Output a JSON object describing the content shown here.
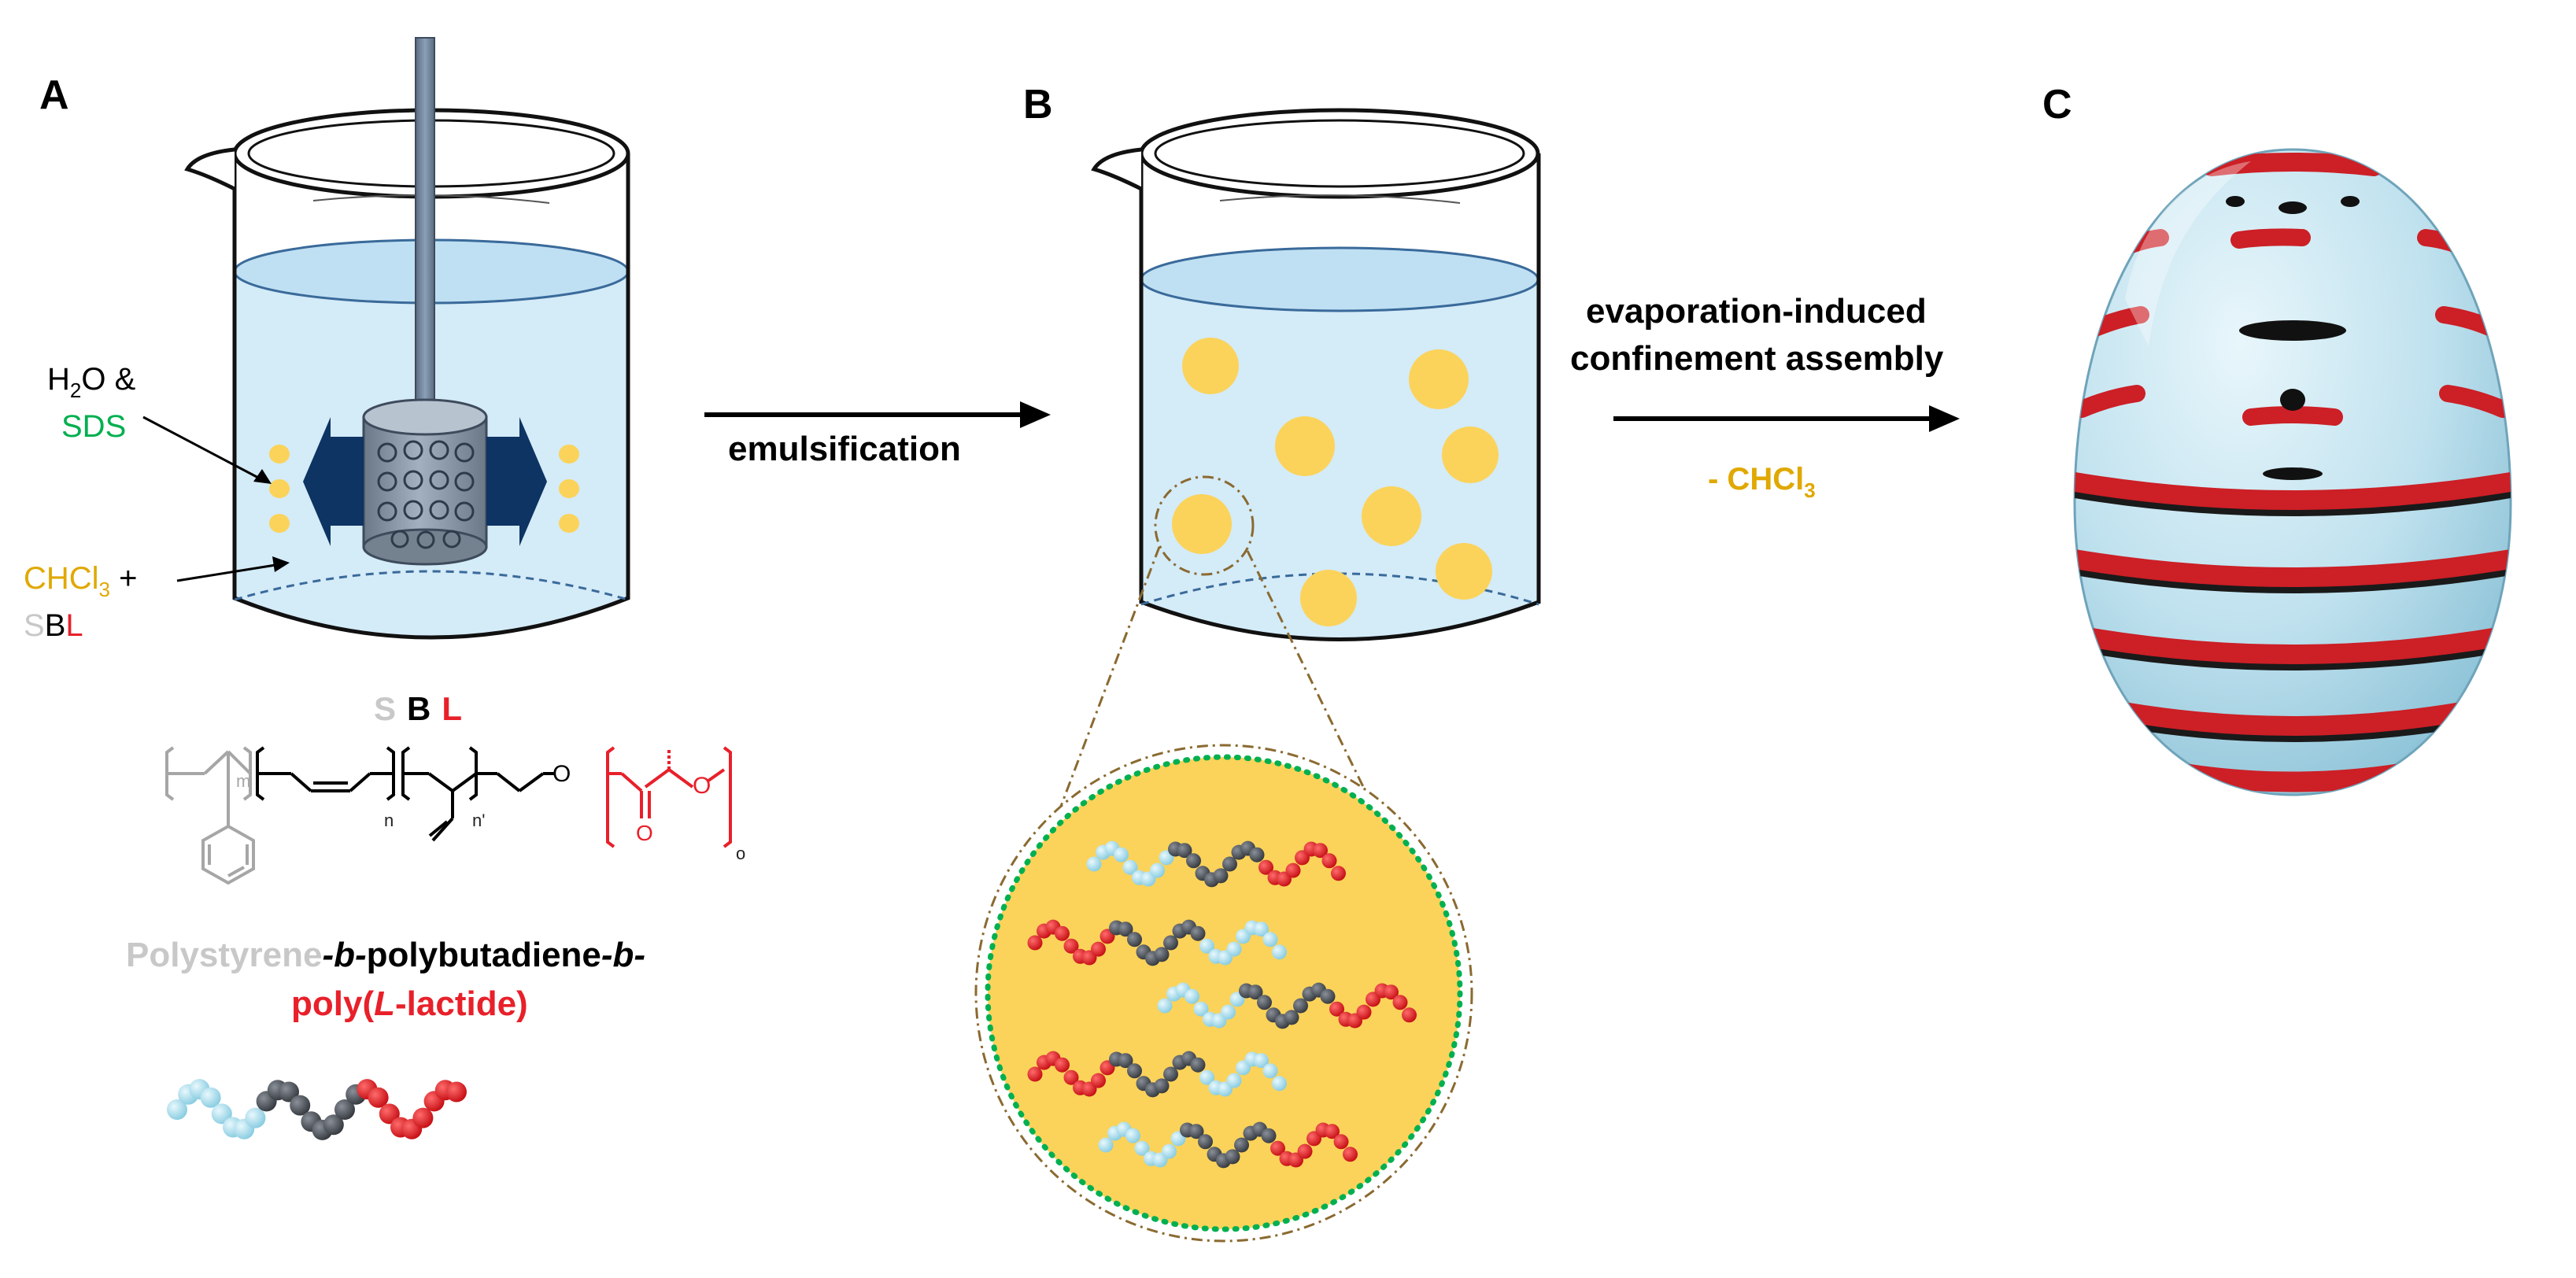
{
  "panels": {
    "a": "A",
    "b": "B",
    "c": "C"
  },
  "beaker_a": {
    "water_label_prefix": "H",
    "water_label_sub": "2",
    "water_label_suffix": "O &",
    "surfactant": "SDS",
    "solvent_prefix": "CHCl",
    "solvent_sub": "3",
    "solvent_suffix": " +",
    "polymer_s": "S",
    "polymer_b": "B",
    "polymer_l": "L"
  },
  "structure": {
    "header_s": "S",
    "header_b": "B",
    "header_l": "L",
    "sub_m": "m",
    "sub_n": "n",
    "sub_n2": "n'",
    "sub_o": "o",
    "atom_o1": "O",
    "atom_o2": "O",
    "atom_o3": "O",
    "name_ps": "Polystyrene",
    "name_b1": "-b-",
    "name_pb": "polybutadiene",
    "name_b2": "-b-",
    "name_pl1": "poly(",
    "name_pl_l": "L",
    "name_pl2": "-lactide)"
  },
  "arrows": {
    "step1": "emulsification",
    "step2_line1": "evaporation-induced",
    "step2_line2": "confinement assembly",
    "step2_removed_prefix": "- CHCl",
    "step2_removed_sub": "3"
  },
  "colors": {
    "ps_segment": "#c8c8c8",
    "pb_segment": "#000000",
    "pll_segment": "#e8202a",
    "sds_green": "#00b050",
    "chcl3_gold": "#e0a800",
    "water": "#d4ebf8",
    "droplet": "#fbd35a",
    "arrow_navy": "#0d3462",
    "chain_light_blue": "#a8dff0",
    "chain_gray": "#555a62",
    "chain_red": "#e02020"
  },
  "icons": [
    "beaker-icon",
    "stirrer-icon",
    "arrow-icon",
    "droplet-icon",
    "magnifier-circle",
    "polymer-chain-icon",
    "particle-icon"
  ]
}
